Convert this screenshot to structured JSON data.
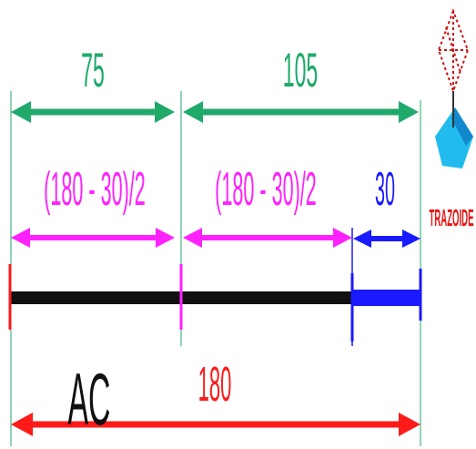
{
  "diagram": {
    "segments": {
      "green_left": {
        "label": "75",
        "color": "#1faa6a"
      },
      "green_right": {
        "label": "105",
        "color": "#1faa6a"
      },
      "magenta_left": {
        "label": "(180 - 30)/2",
        "color": "#ff22ff"
      },
      "magenta_right": {
        "label": "(180 - 30)/2",
        "color": "#ff22ff"
      },
      "blue": {
        "label": "30",
        "color": "#1a1aff"
      },
      "red_total": {
        "label": "180",
        "color": "#ff1a1a"
      }
    },
    "bar": {
      "black_color": "#111111",
      "blue_color": "#1a1aff"
    },
    "caption": "AC",
    "logo": {
      "text": "TRAZOIDE",
      "color": "#ee1111"
    }
  }
}
